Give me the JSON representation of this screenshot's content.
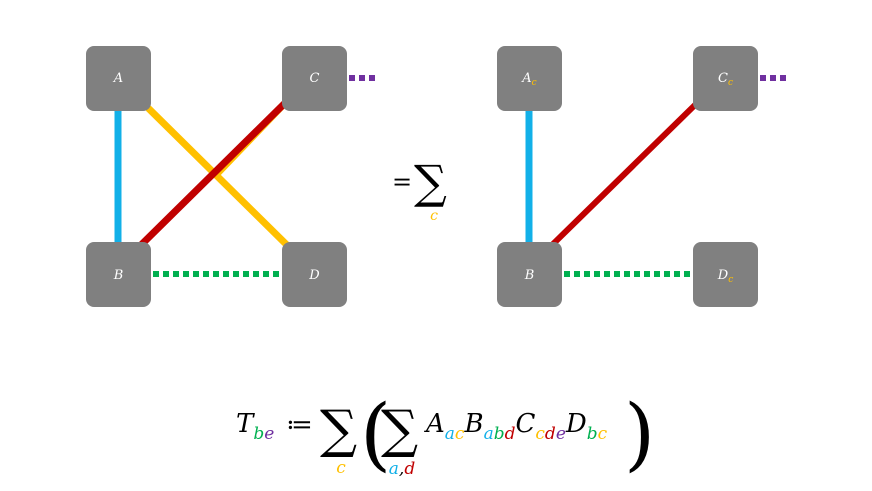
{
  "colors": {
    "node": "#808080",
    "cyan": "#12b0e8",
    "yellow": "#ffc000",
    "red": "#c00000",
    "green": "#00b050",
    "purple": "#7030a0",
    "text": "#000000",
    "node_text": "#ffffff"
  },
  "left_diagram": {
    "nodes": {
      "A": "A",
      "B": "B",
      "C": "C",
      "D": "D"
    }
  },
  "right_diagram": {
    "nodes": {
      "A": "A",
      "B": "B",
      "C": "C",
      "D": "D"
    },
    "subscript": "c"
  },
  "middle": {
    "equals": "=",
    "sum_symbol": "∑",
    "sum_index": "c"
  },
  "formula": {
    "lhs": "T",
    "lhs_sub_b": "b",
    "lhs_sub_e": "e",
    "assign": "≔",
    "outer_sum": "∑",
    "outer_index": "c",
    "open_paren": "(",
    "inner_sum": "∑",
    "inner_index_a": "a",
    "inner_index_comma": ",",
    "inner_index_d": "d",
    "A": "A",
    "A_sub_1": "a",
    "A_sub_2": "c",
    "B": "B",
    "B_sub_1": "a",
    "B_sub_2": "b",
    "B_sub_3": "d",
    "C": "C",
    "C_sub_1": "c",
    "C_sub_2": "d",
    "C_sub_3": "e",
    "D": "D",
    "D_sub_1": "b",
    "D_sub_2": "c",
    "close_paren": ")"
  }
}
